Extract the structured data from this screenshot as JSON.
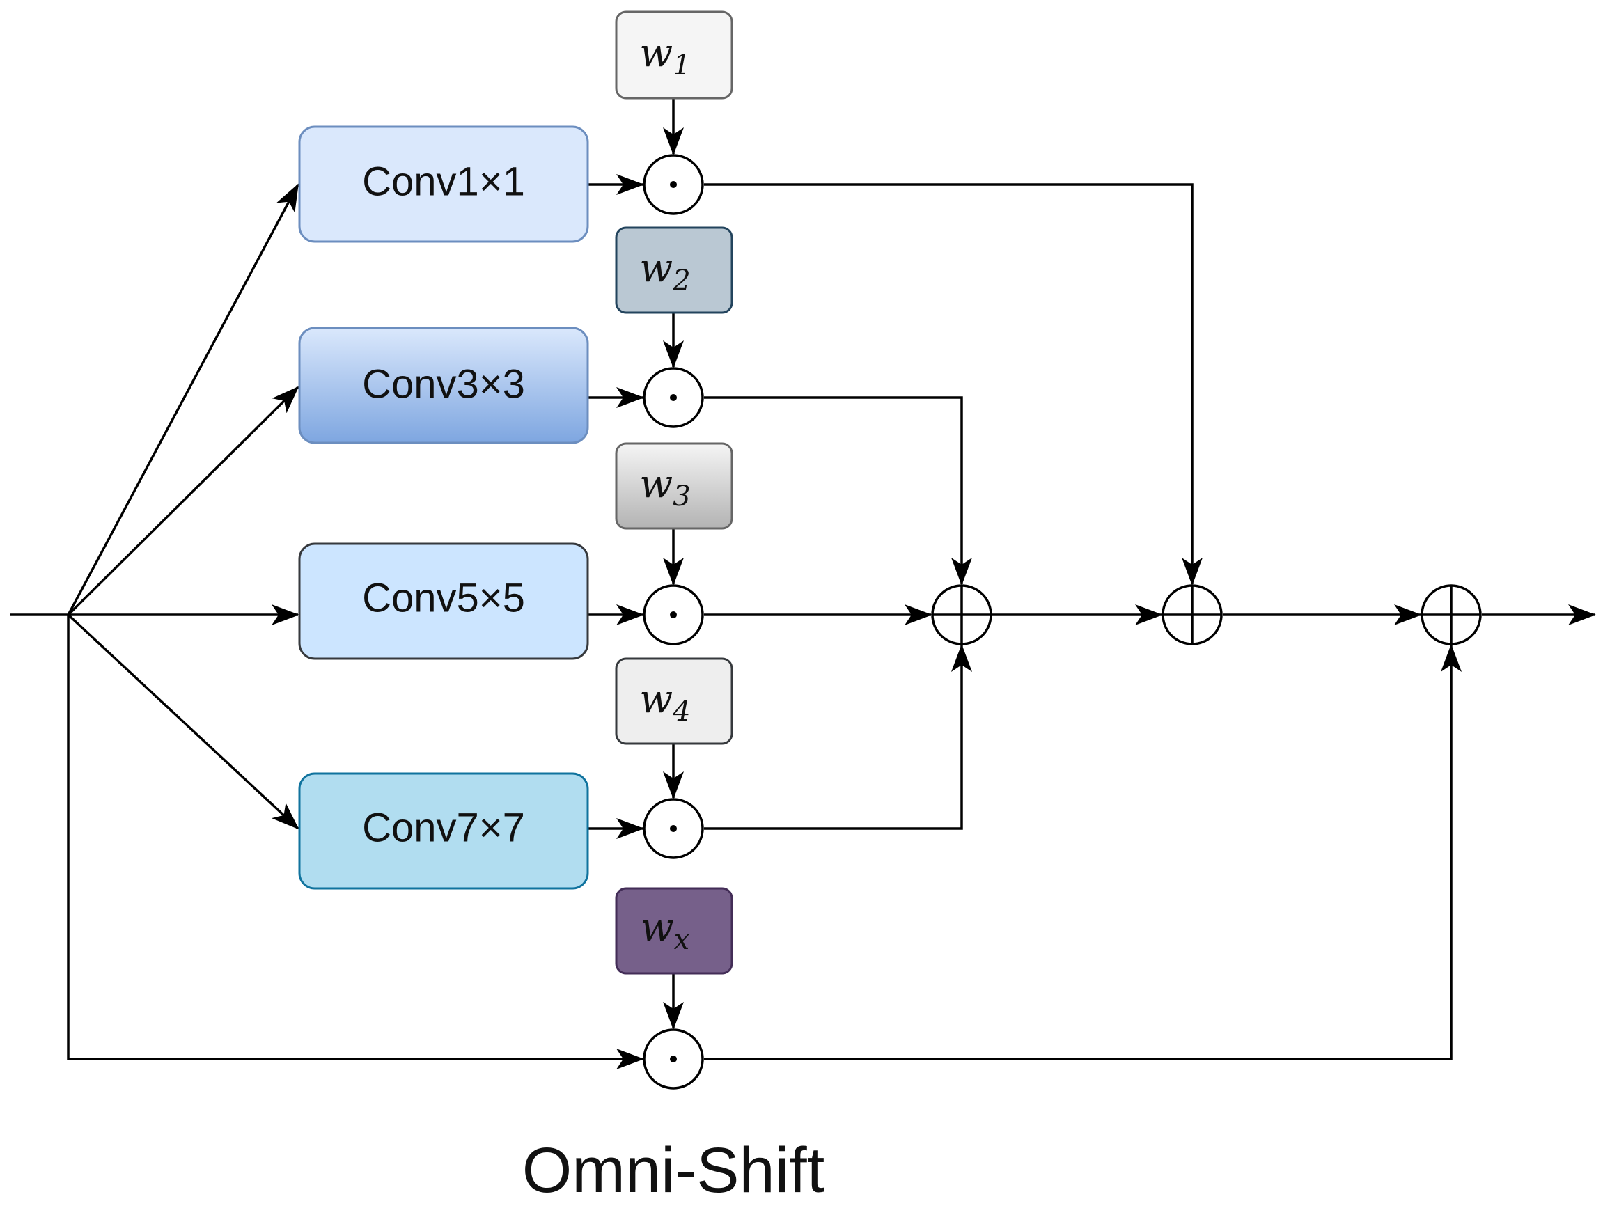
{
  "title": "Omni-Shift",
  "conv_blocks": [
    {
      "id": "conv1",
      "label": "Conv1×1",
      "fill_top": "#dae8fc",
      "fill_bottom": "#dae8fc",
      "stroke": "#6c8ebf"
    },
    {
      "id": "conv3",
      "label": "Conv3×3",
      "fill_top": "#dae8fc",
      "fill_bottom": "#7ea6e0",
      "stroke": "#6c8ebf"
    },
    {
      "id": "conv5",
      "label": "Conv5×5",
      "fill_top": "#cce5ff",
      "fill_bottom": "#cce5ff",
      "stroke": "#36393d"
    },
    {
      "id": "conv7",
      "label": "Conv7×7",
      "fill_top": "#b1ddf0",
      "fill_bottom": "#b1ddf0",
      "stroke": "#10739e"
    }
  ],
  "weights": [
    {
      "id": "w1",
      "base": "w",
      "sub": "1",
      "fill_top": "#f5f5f5",
      "fill_bottom": "#f5f5f5",
      "stroke": "#666666"
    },
    {
      "id": "w2",
      "base": "w",
      "sub": "2",
      "fill_top": "#bac8d3",
      "fill_bottom": "#bac8d3",
      "stroke": "#23445d"
    },
    {
      "id": "w3",
      "base": "w",
      "sub": "3",
      "fill_top": "#f5f5f5",
      "fill_bottom": "#b3b3b3",
      "stroke": "#666666"
    },
    {
      "id": "w4",
      "base": "w",
      "sub": "4",
      "fill_top": "#eeeeee",
      "fill_bottom": "#eeeeee",
      "stroke": "#36393d"
    },
    {
      "id": "wx",
      "base": "w",
      "sub": "x",
      "fill_top": "#76608a",
      "fill_bottom": "#76608a",
      "stroke": "#432d57"
    }
  ],
  "operators": {
    "multiply_symbol": "⊙",
    "add_symbol": "⊕"
  }
}
